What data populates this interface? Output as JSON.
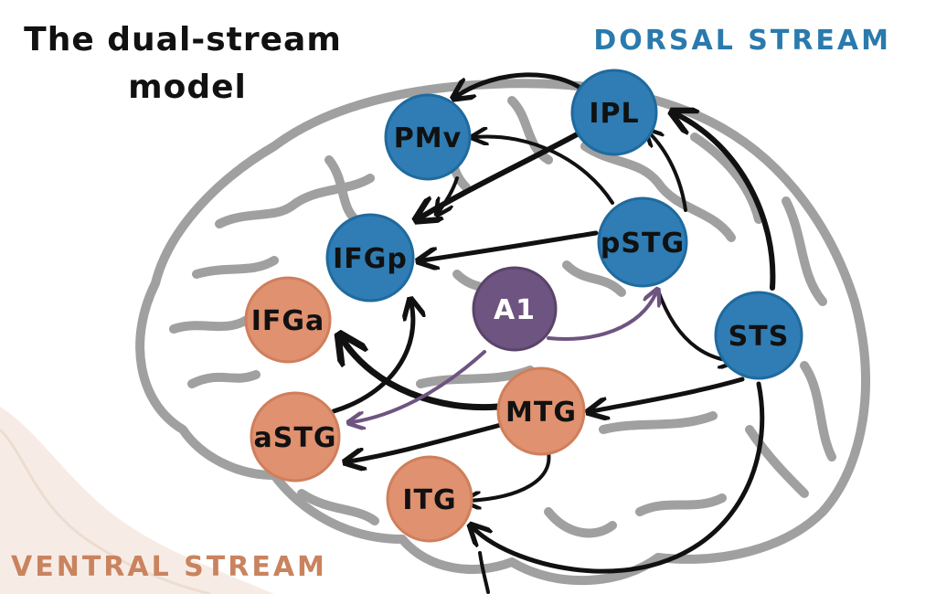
{
  "title": {
    "line1": "The dual-stream",
    "line2": "model"
  },
  "streams": {
    "dorsal": {
      "label": "DORSAL STREAM",
      "color": "#2a7aad"
    },
    "ventral": {
      "label": "VENTRAL STREAM",
      "color": "#c9835f"
    }
  },
  "colors": {
    "dorsal_node": "#2f7db4",
    "ventral_node": "#e0916f",
    "primary_node": "#6e5480",
    "arrow": "#111111",
    "primary_arrow": "#6e5480",
    "brain_outline": "#9a9a9a"
  },
  "nodes": {
    "pmv": {
      "label": "PMv",
      "stream": "dorsal"
    },
    "ipl": {
      "label": "IPL",
      "stream": "dorsal"
    },
    "ifgp": {
      "label": "IFGp",
      "stream": "dorsal"
    },
    "pstg": {
      "label": "pSTG",
      "stream": "dorsal"
    },
    "sts": {
      "label": "STS",
      "stream": "dorsal"
    },
    "a1": {
      "label": "A1",
      "stream": "primary"
    },
    "ifga": {
      "label": "IFGa",
      "stream": "ventral"
    },
    "astg": {
      "label": "aSTG",
      "stream": "ventral"
    },
    "mtg": {
      "label": "MTG",
      "stream": "ventral"
    },
    "itg": {
      "label": "ITG",
      "stream": "ventral"
    }
  },
  "connections": [
    {
      "from": "ipl",
      "to": "pmv"
    },
    {
      "from": "ipl",
      "to": "ifgp"
    },
    {
      "from": "pstg",
      "to": "pmv"
    },
    {
      "from": "pstg",
      "to": "ipl"
    },
    {
      "from": "pstg",
      "to": "ifgp"
    },
    {
      "from": "pstg",
      "to": "sts"
    },
    {
      "from": "sts",
      "to": "ipl"
    },
    {
      "from": "sts",
      "to": "mtg"
    },
    {
      "from": "sts",
      "to": "itg"
    },
    {
      "from": "mtg",
      "to": "ifga"
    },
    {
      "from": "mtg",
      "to": "astg"
    },
    {
      "from": "mtg",
      "to": "itg"
    },
    {
      "from": "astg",
      "to": "ifgp"
    },
    {
      "from": "a1",
      "to": "pstg"
    },
    {
      "from": "a1",
      "to": "astg"
    }
  ]
}
